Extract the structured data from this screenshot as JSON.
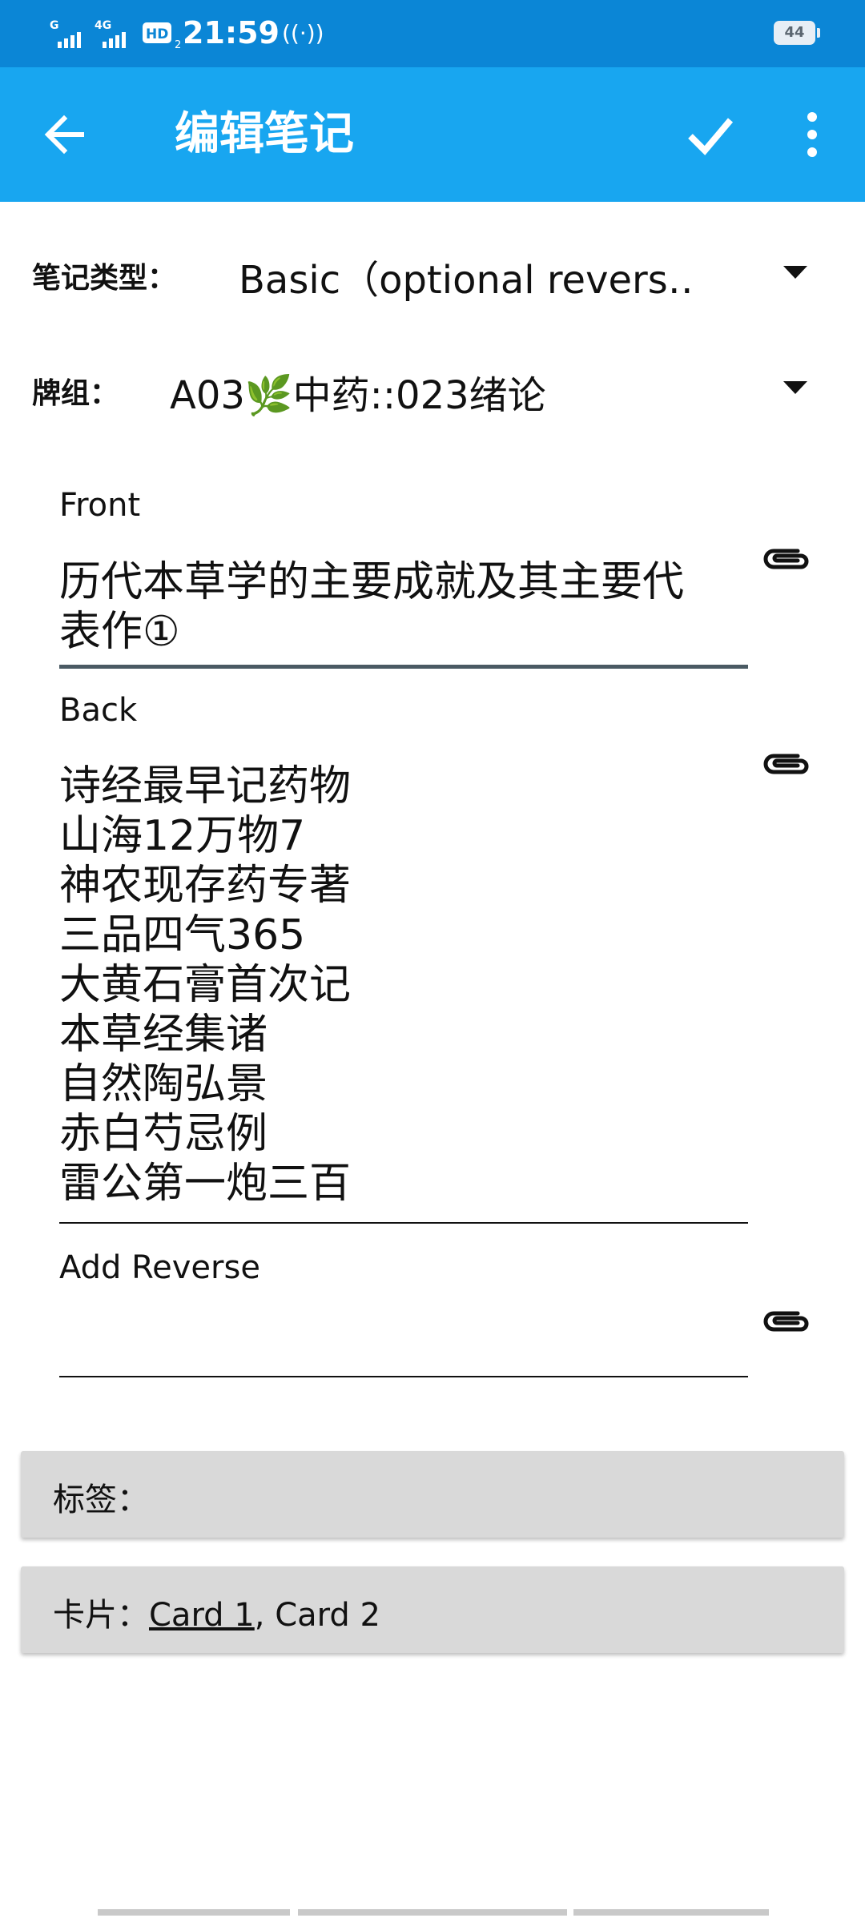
{
  "status_bar": {
    "signal_1_label": "G",
    "signal_2_label": "4G",
    "hd_label": "HD",
    "hd_sub": "2",
    "time": "21:59",
    "battery": "44",
    "icons": [
      "signal-icon",
      "4g-signal-icon",
      "hd-voice-icon",
      "hotspot-icon",
      "battery-icon"
    ]
  },
  "toolbar": {
    "title": "编辑笔记",
    "back_icon": "arrow-left-icon",
    "save_icon": "check-icon",
    "menu_icon": "more-vert-icon",
    "background": "#18a6f0",
    "status_background": "#0b86d6"
  },
  "note_type": {
    "label": "笔记类型：",
    "value": "Basic（optional revers‥"
  },
  "deck": {
    "label": "牌组：",
    "value": "A03🌿中药::023绪论"
  },
  "fields": {
    "front": {
      "label": "Front",
      "lines": [
        "历代本草学的主要成就及其主要代",
        "表作①"
      ]
    },
    "back": {
      "label": "Back",
      "lines": [
        "诗经最早记药物",
        "山海12万物7",
        "神农现存药专著",
        "三品四气365",
        "大黄石膏首次记",
        "本草经集诸",
        "自然陶弘景",
        "赤白芍忌例",
        "雷公第一炮三百"
      ]
    },
    "add_reverse": {
      "label": "Add Reverse",
      "value": ""
    },
    "attach_icon": "paperclip-icon"
  },
  "tags": {
    "label": "标签："
  },
  "cards": {
    "label": "卡片：",
    "card1": "Card 1",
    "separator": ",",
    "card2": "Card 2"
  }
}
